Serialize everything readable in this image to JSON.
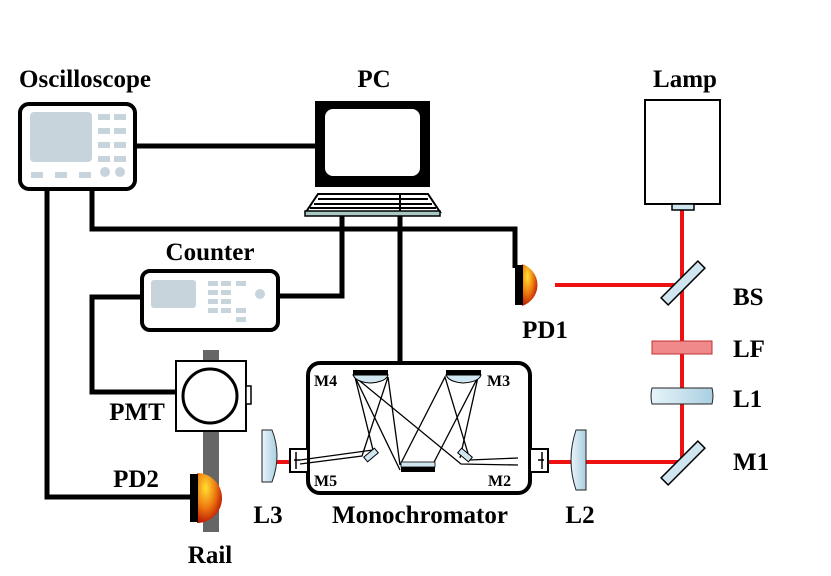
{
  "labels": {
    "oscilloscope": "Oscilloscope",
    "pc": "PC",
    "lamp": "Lamp",
    "counter": "Counter",
    "bs": "BS",
    "pd1": "PD1",
    "lf": "LF",
    "l1": "L1",
    "pmt": "PMT",
    "m1": "M1",
    "pd2": "PD2",
    "l3": "L3",
    "monochromator": "Monochromator",
    "l2": "L2",
    "rail": "Rail",
    "m2": "M2",
    "m3": "M3",
    "m4": "M4",
    "m5": "M5"
  },
  "colors": {
    "beam": "#ee1111",
    "screen": "#c8d4dc",
    "lens": "#cfe6f0",
    "detector": "#e07a10"
  }
}
